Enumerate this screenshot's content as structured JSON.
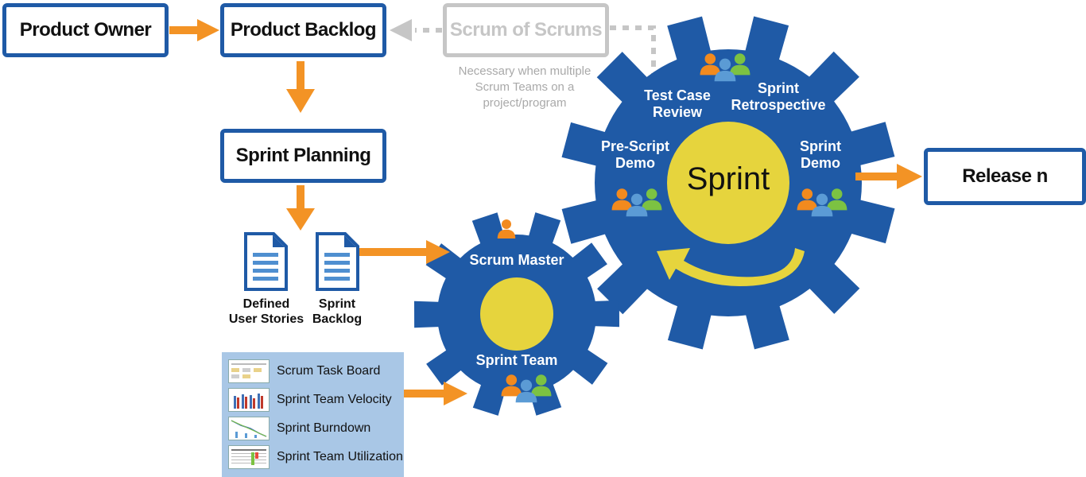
{
  "boxes": {
    "product_owner": "Product Owner",
    "product_backlog": "Product Backlog",
    "scrum_of_scrums": "Scrum of Scrums",
    "sprint_planning": "Sprint Planning",
    "release": "Release n"
  },
  "scrum_of_scrums_note": [
    "Necessary when multiple",
    "Scrum Teams on a",
    "project/program"
  ],
  "documents": {
    "user_stories": [
      "Defined",
      "User Stories"
    ],
    "sprint_backlog": [
      "Sprint",
      "Backlog"
    ]
  },
  "small_gear": {
    "top_label": "Scrum Master",
    "bottom_label": "Sprint Team"
  },
  "big_gear": {
    "center_label": "Sprint",
    "labels": {
      "test_case_review": [
        "Test Case",
        "Review"
      ],
      "sprint_retrospective": [
        "Sprint",
        "Retrospective"
      ],
      "pre_script_demo": [
        "Pre-Script",
        "Demo"
      ],
      "sprint_demo": [
        "Sprint",
        "Demo"
      ]
    }
  },
  "artifacts": [
    {
      "label": "Scrum Task Board",
      "icon": "task-board-thumbnail"
    },
    {
      "label": "Sprint Team Velocity",
      "icon": "velocity-chart-thumbnail"
    },
    {
      "label": "Sprint Burndown",
      "icon": "burndown-chart-thumbnail"
    },
    {
      "label": "Sprint Team Utilization",
      "icon": "utilization-table-thumbnail"
    }
  ],
  "colors": {
    "gear_blue": "#1f5aa6",
    "center_yellow": "#e6d43d",
    "arrow_orange": "#f39325",
    "dotted_grey": "#c6c6c6",
    "panel_blue": "#a9c7e6",
    "person_orange": "#f28a1e",
    "person_blue": "#5b9bd5",
    "person_green": "#7cc242"
  }
}
